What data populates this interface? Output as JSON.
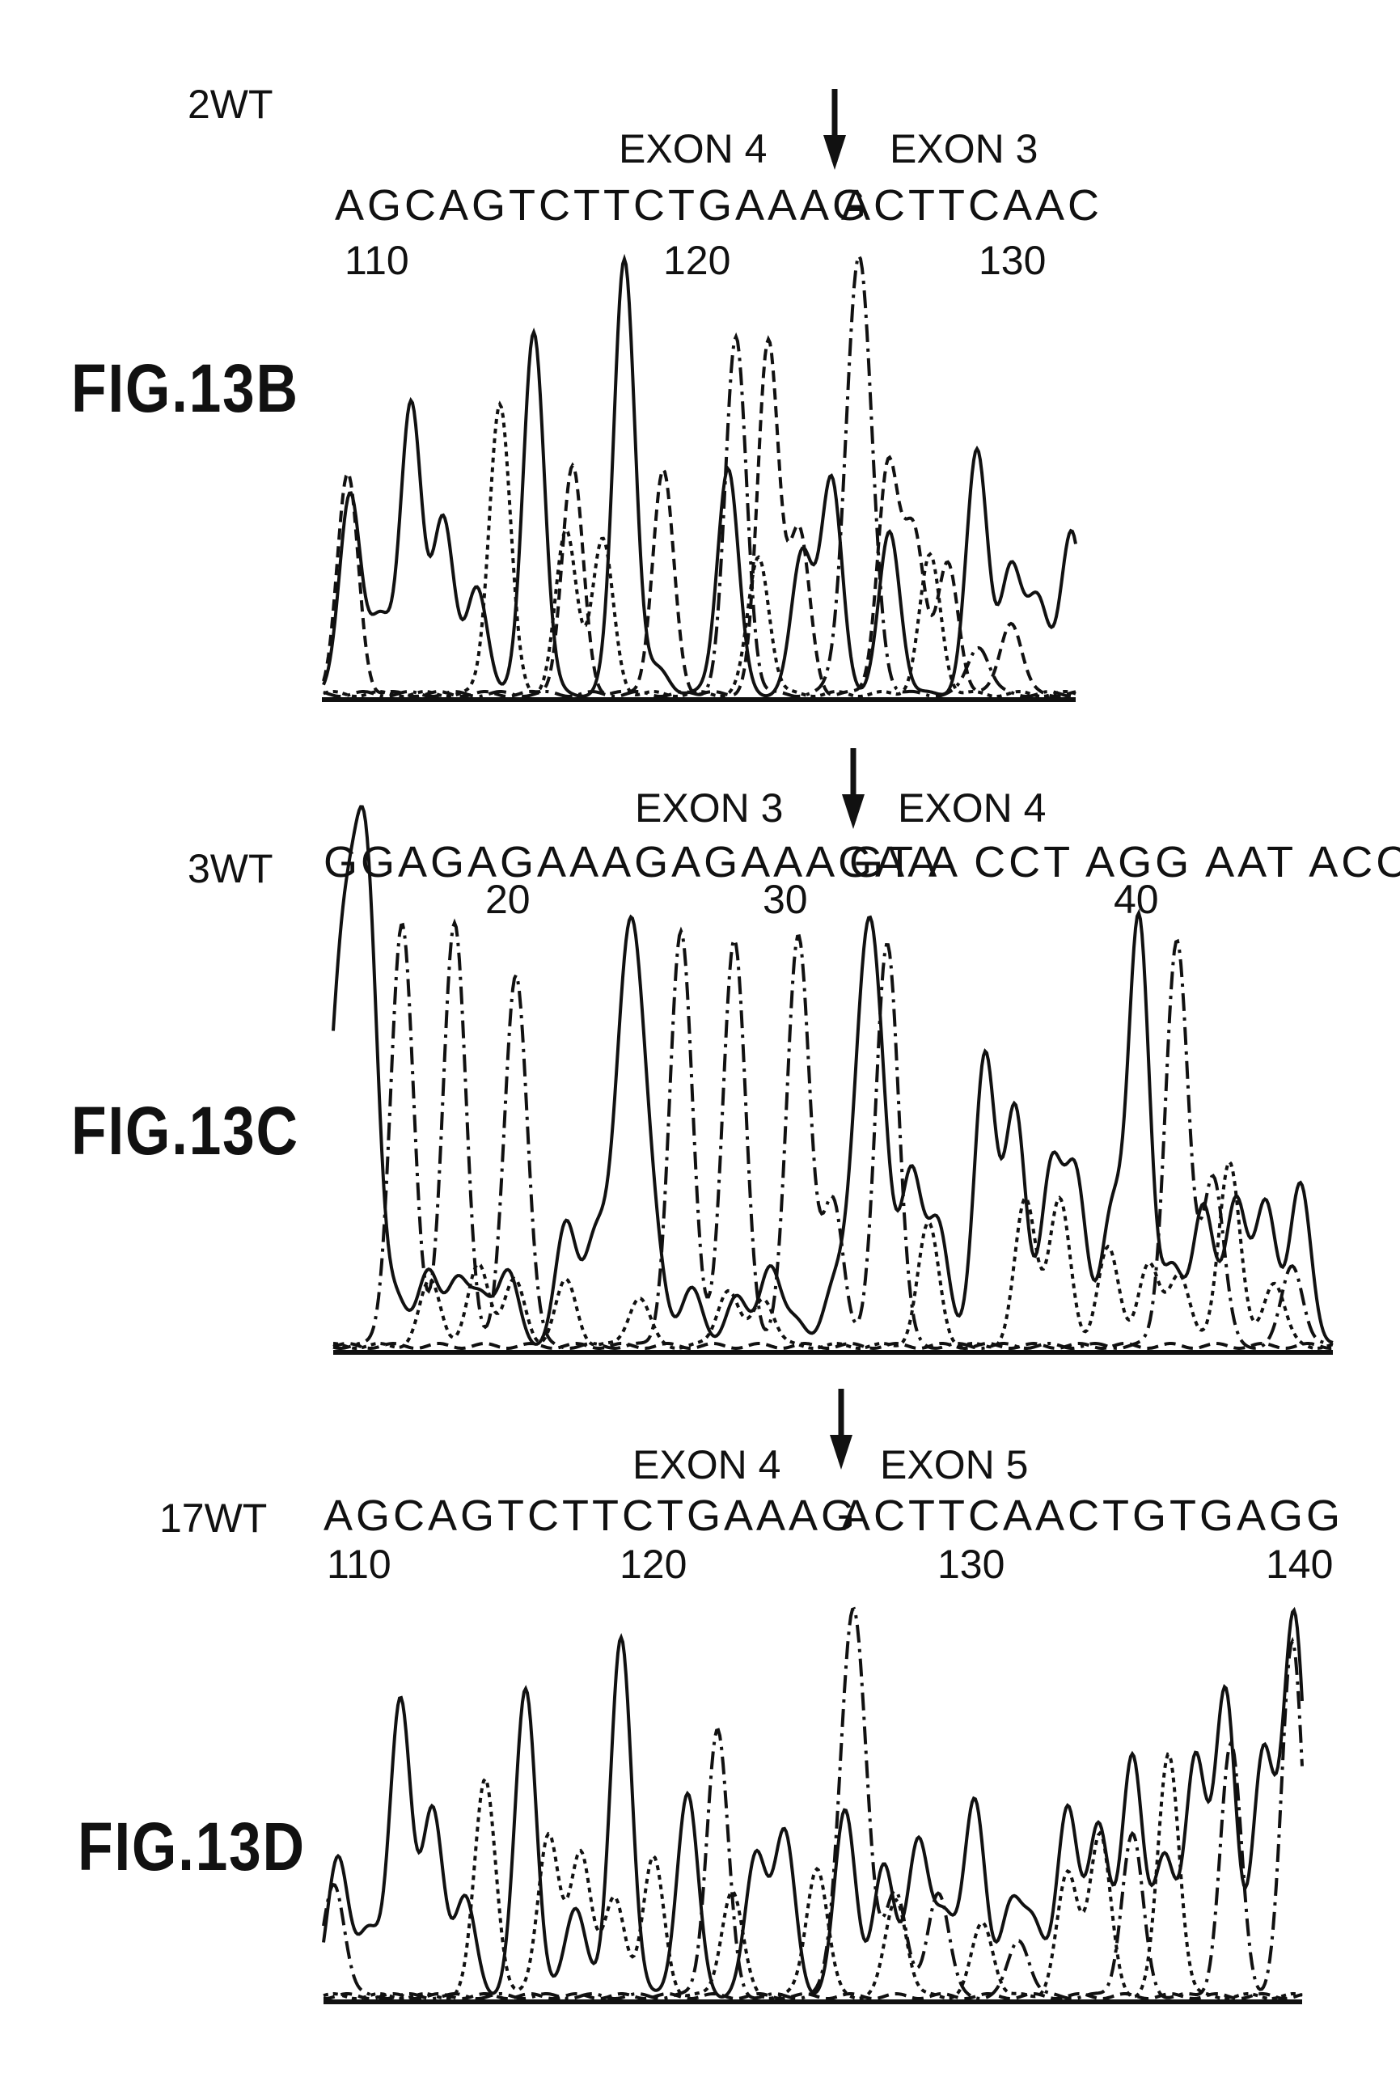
{
  "panels": [
    {
      "figure": "FIG.13B",
      "sample": "2WT",
      "exon_left": "EXON 4",
      "exon_right": "EXON 3",
      "sequence_left": "AGCAGTCTTCTGAAAG",
      "sequence_right": "ACTTCAAC",
      "positions": [
        "110",
        "120",
        "130"
      ]
    },
    {
      "figure": "FIG.13C",
      "sample": "3WT",
      "exon_left": "EXON 3",
      "exon_right": "EXON 4",
      "sequence_left": "GGAGAGAAAGAGAAAGAA",
      "sequence_right": "GT A CCT AGG AAT ACC",
      "positions": [
        "20",
        "30",
        "40"
      ]
    },
    {
      "figure": "FIG.13D",
      "sample": "17WT",
      "exon_left": "EXON 4",
      "exon_right": "EXON 5",
      "sequence_left": "AGCAGTCTTCTGAAAG",
      "sequence_right": "ACTTCAACTGTGAGG",
      "positions": [
        "110",
        "120",
        "130",
        "140"
      ]
    }
  ],
  "trace_styles": [
    "solid",
    "dashed",
    "dash-dot",
    "dotted"
  ],
  "colors": {
    "ink": "#111111",
    "background": "#ffffff"
  }
}
